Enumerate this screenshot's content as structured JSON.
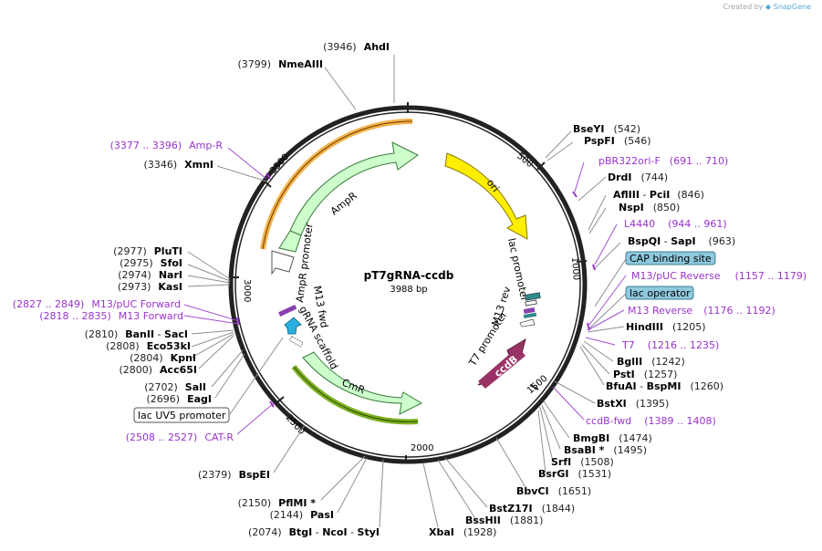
{
  "brand": {
    "prefix": "Created by",
    "name": "SnapGene"
  },
  "plasmid": {
    "name": "pT7gRNA-ccdb",
    "length": "3988 bp",
    "bp": 3988
  },
  "colors": {
    "backbone": "#222222",
    "ampr": "#ccffcc",
    "ori": "#ffee00",
    "ccdb": "#993366",
    "primer": "#9933cc",
    "site_text": "#000000",
    "box_blue": "#8fc9dd"
  },
  "ticks": [
    "500",
    "1000",
    "1500",
    "2000",
    "2500",
    "3000",
    "3500"
  ],
  "features": {
    "ampr": "AmpR",
    "ampr_promoter": "AmpR promoter",
    "ori": "ori",
    "lac_promoter": "lac promoter",
    "m13_rev": "M13 rev",
    "t7_promoter": "T7 promoter",
    "ccdb": "ccdB",
    "m13_fwd": "M13 fwd",
    "grna_scaffold": "gRNA scaffold",
    "cmr": "CmR"
  },
  "sites_right": [
    {
      "name": "BseYI",
      "num": "(542)"
    },
    {
      "name": "PspFI",
      "num": "(546)"
    },
    {
      "name": "pBR322ori-F",
      "num": "(691 .. 710)",
      "primer": true
    },
    {
      "name": "DrdI",
      "num": "(744)"
    },
    {
      "name": "AflIII",
      "name2": "PciI",
      "num": "(846)"
    },
    {
      "name": "NspI",
      "num": "(850)"
    },
    {
      "name": "L4440",
      "num": "(944 .. 961)",
      "primer": true
    },
    {
      "name": "BspQI",
      "name2": "SapI",
      "num": "(963)"
    },
    {
      "name": "CAP binding site",
      "box": true
    },
    {
      "name": "M13/pUC Reverse",
      "num": "(1157 .. 1179)",
      "primer": true
    },
    {
      "name": "lac operator",
      "box": true
    },
    {
      "name": "M13 Reverse",
      "num": "(1176 .. 1192)",
      "primer": true
    },
    {
      "name": "HindIII",
      "num": "(1205)"
    },
    {
      "name": "T7",
      "num": "(1216 .. 1235)",
      "primer": true
    },
    {
      "name": "BglII",
      "num": "(1242)"
    },
    {
      "name": "PstI",
      "num": "(1257)"
    },
    {
      "name": "BfuAI",
      "name2": "BspMI",
      "num": "(1260)"
    },
    {
      "name": "BstXI",
      "num": "(1395)"
    },
    {
      "name": "ccdB-fwd",
      "num": "(1389 .. 1408)",
      "primer": true
    },
    {
      "name": "BmgBI",
      "num": "(1474)"
    },
    {
      "name": "BsaBI *",
      "num": "(1495)"
    },
    {
      "name": "SrfI",
      "num": "(1508)"
    },
    {
      "name": "BsrGI",
      "num": "(1531)"
    },
    {
      "name": "BbvCI",
      "num": "(1651)"
    },
    {
      "name": "BstZ17I",
      "num": "(1844)"
    },
    {
      "name": "BssHII",
      "num": "(1881)"
    },
    {
      "name": "XbaI",
      "num": "(1928)"
    }
  ],
  "sites_left": [
    {
      "name": "AhdI",
      "num": "(3946)"
    },
    {
      "name": "NmeAIII",
      "num": "(3799)"
    },
    {
      "name": "Amp-R",
      "num": "(3377 .. 3396)",
      "primer": true
    },
    {
      "name": "XmnI",
      "num": "(3346)"
    },
    {
      "name": "PluTI",
      "num": "(2977)"
    },
    {
      "name": "SfoI",
      "num": "(2975)"
    },
    {
      "name": "NarI",
      "num": "(2974)"
    },
    {
      "name": "KasI",
      "num": "(2973)"
    },
    {
      "name": "M13/pUC Forward",
      "num": "(2827 .. 2849)",
      "primer": true
    },
    {
      "name": "M13 Forward",
      "num": "(2818 .. 2835)",
      "primer": true
    },
    {
      "name": "BanII",
      "name2": "SacI",
      "num": "(2810)"
    },
    {
      "name": "Eco53kI",
      "num": "(2808)"
    },
    {
      "name": "KpnI",
      "num": "(2804)"
    },
    {
      "name": "Acc65I",
      "num": "(2800)"
    },
    {
      "name": "SalI",
      "num": "(2702)"
    },
    {
      "name": "EagI",
      "num": "(2696)"
    },
    {
      "name": "lac UV5 promoter",
      "box": true
    },
    {
      "name": "CAT-R",
      "num": "(2508 .. 2527)",
      "primer": true
    },
    {
      "name": "BspEI",
      "num": "(2379)"
    },
    {
      "name": "PflMI *",
      "num": "(2150)"
    },
    {
      "name": "PasI",
      "num": "(2144)"
    },
    {
      "name": "BtgI",
      "name2": "NcoI",
      "name3": "StyI",
      "num": "(2074)"
    }
  ]
}
